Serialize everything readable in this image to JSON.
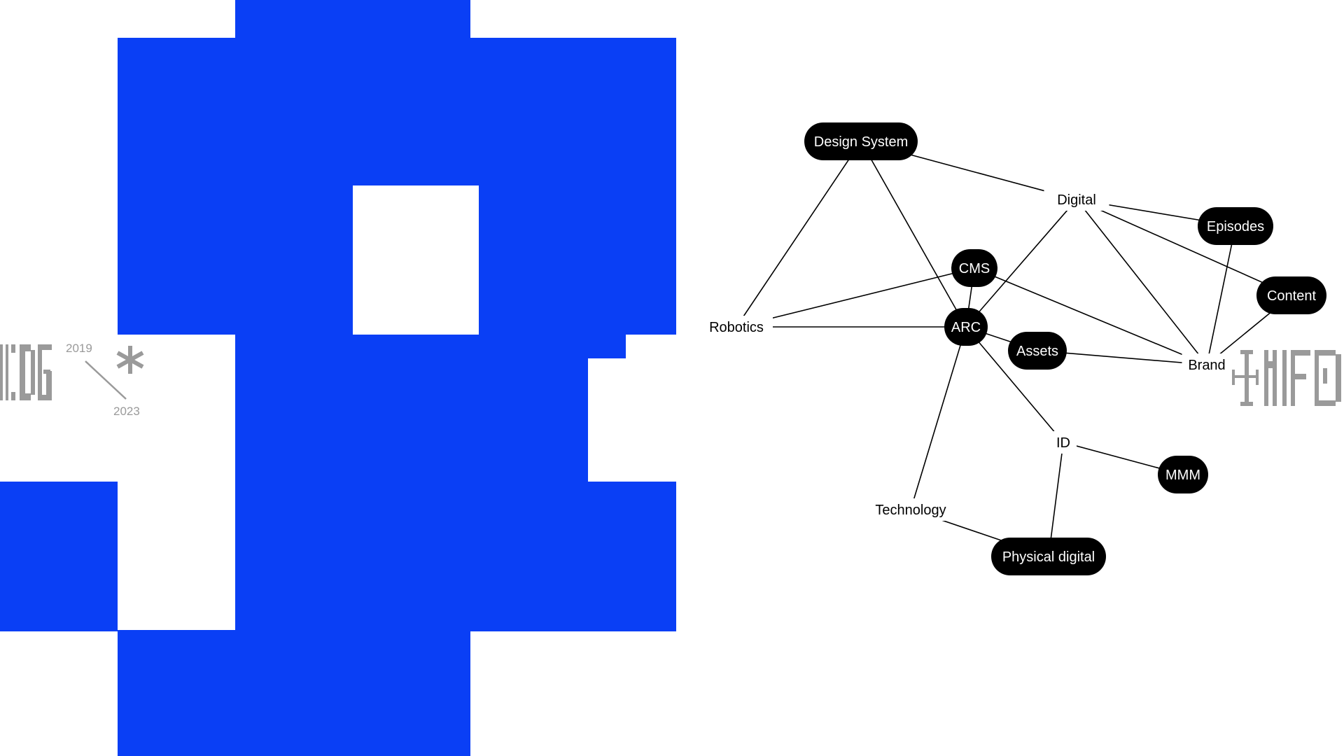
{
  "colors": {
    "brand_blue": "#0a3ff5",
    "node_fill": "#000000",
    "node_text": "#ffffff",
    "label_text": "#000000",
    "logo_gray": "#9a9a9a",
    "background": "#ffffff"
  },
  "logo_left": {
    "year_start": "2019",
    "year_end": "2023",
    "asterisk": "*",
    "letters": "IDG"
  },
  "logo_right": {
    "letters": "INFO"
  },
  "network": {
    "nodes": [
      {
        "id": "design-system",
        "label": "Design System",
        "style": "pill"
      },
      {
        "id": "digital",
        "label": "Digital",
        "style": "plain"
      },
      {
        "id": "episodes",
        "label": "Episodes",
        "style": "pill"
      },
      {
        "id": "cms",
        "label": "CMS",
        "style": "pill"
      },
      {
        "id": "content",
        "label": "Content",
        "style": "pill"
      },
      {
        "id": "robotics",
        "label": "Robotics",
        "style": "plain"
      },
      {
        "id": "arc",
        "label": "ARC",
        "style": "pill"
      },
      {
        "id": "assets",
        "label": "Assets",
        "style": "pill"
      },
      {
        "id": "brand",
        "label": "Brand",
        "style": "plain"
      },
      {
        "id": "id",
        "label": "ID",
        "style": "plain"
      },
      {
        "id": "mmm",
        "label": "MMM",
        "style": "pill"
      },
      {
        "id": "technology",
        "label": "Technology",
        "style": "plain"
      },
      {
        "id": "physical-digital",
        "label": "Physical digital",
        "style": "pill"
      }
    ],
    "edges": [
      [
        "design-system",
        "digital"
      ],
      [
        "design-system",
        "robotics"
      ],
      [
        "design-system",
        "arc"
      ],
      [
        "digital",
        "episodes"
      ],
      [
        "digital",
        "content"
      ],
      [
        "digital",
        "brand"
      ],
      [
        "digital",
        "arc"
      ],
      [
        "episodes",
        "brand"
      ],
      [
        "content",
        "brand"
      ],
      [
        "cms",
        "robotics"
      ],
      [
        "cms",
        "brand"
      ],
      [
        "cms",
        "arc"
      ],
      [
        "robotics",
        "arc"
      ],
      [
        "arc",
        "assets"
      ],
      [
        "assets",
        "brand"
      ],
      [
        "arc",
        "id"
      ],
      [
        "arc",
        "technology"
      ],
      [
        "id",
        "mmm"
      ],
      [
        "id",
        "physical-digital"
      ],
      [
        "technology",
        "physical-digital"
      ]
    ]
  }
}
